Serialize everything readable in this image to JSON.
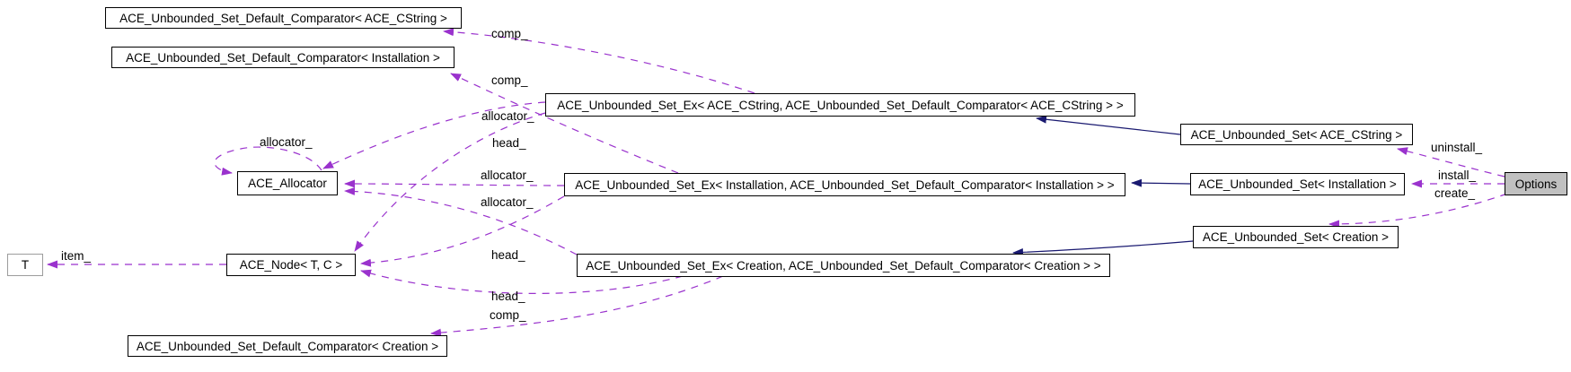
{
  "nodes": {
    "cmp_cstring": {
      "label": "ACE_Unbounded_Set_Default_Comparator< ACE_CString >"
    },
    "cmp_installation": {
      "label": "ACE_Unbounded_Set_Default_Comparator< Installation >"
    },
    "cmp_creation": {
      "label": "ACE_Unbounded_Set_Default_Comparator< Creation >"
    },
    "ex_cstring": {
      "label": "ACE_Unbounded_Set_Ex< ACE_CString, ACE_Unbounded_Set_Default_Comparator< ACE_CString > >"
    },
    "ex_installation": {
      "label": "ACE_Unbounded_Set_Ex< Installation, ACE_Unbounded_Set_Default_Comparator< Installation > >"
    },
    "ex_creation": {
      "label": "ACE_Unbounded_Set_Ex< Creation, ACE_Unbounded_Set_Default_Comparator< Creation > >"
    },
    "set_cstring": {
      "label": "ACE_Unbounded_Set< ACE_CString >"
    },
    "set_installation": {
      "label": "ACE_Unbounded_Set< Installation >"
    },
    "set_creation": {
      "label": "ACE_Unbounded_Set< Creation >"
    },
    "allocator": {
      "label": "ACE_Allocator"
    },
    "node": {
      "label": "ACE_Node< T, C >"
    },
    "t": {
      "label": "T"
    },
    "options": {
      "label": "Options"
    }
  },
  "edge_labels": {
    "comp_1": "comp_",
    "comp_2": "comp_",
    "comp_3": "comp_",
    "allocator_1": "allocator_",
    "allocator_2": "allocator_",
    "allocator_3": "allocator_",
    "allocator_self": "allocator_",
    "head_1": "head_",
    "head_2": "head_",
    "head_3": "head_",
    "item": "item_",
    "uninstall": "uninstall_",
    "install": "install_",
    "create": "create_"
  },
  "colors": {
    "member_edge": "#9a32cd",
    "inheritance_edge": "#191970",
    "node_background": "#ffffff",
    "node_border": "#000000",
    "current_node_background": "#c0c0c0",
    "template_param_border": "#9c9c9c",
    "text": "#000000"
  }
}
